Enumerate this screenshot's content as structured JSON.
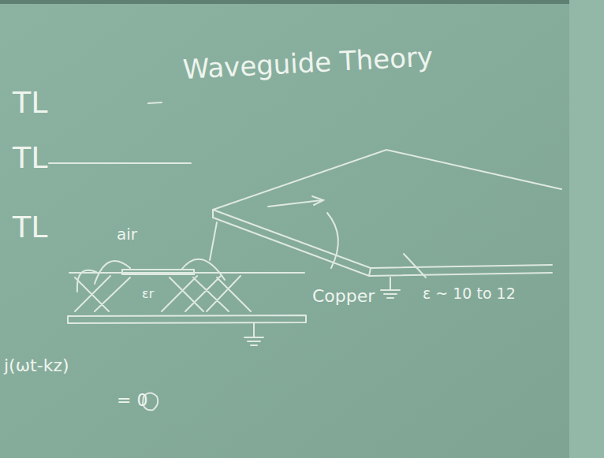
{
  "diagram": {
    "title": "Waveguide Theory",
    "labels": [
      "TL",
      "TL",
      "TL",
      "air",
      "εr",
      "Copper",
      "ε ~ 10 to 12",
      "j(ωt-kz)",
      "= 0"
    ]
  }
}
